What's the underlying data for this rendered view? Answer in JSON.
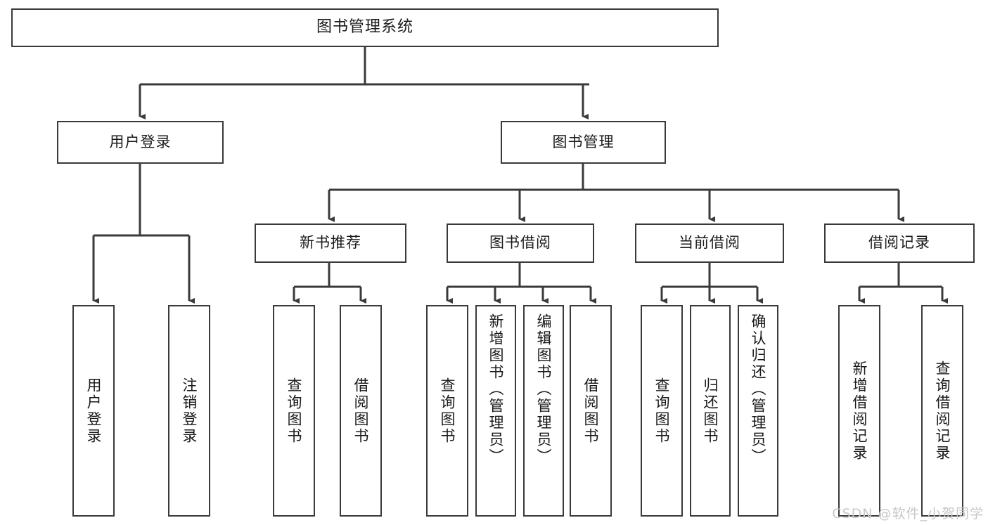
{
  "diagram": {
    "type": "tree-hierarchy",
    "title": "图书管理系统",
    "root": {
      "label": "图书管理系统"
    },
    "level1": [
      {
        "label": "用户登录"
      },
      {
        "label": "图书管理"
      }
    ],
    "level2": [
      {
        "label": "新书推荐"
      },
      {
        "label": "图书借阅"
      },
      {
        "label": "当前借阅"
      },
      {
        "label": "借阅记录"
      }
    ],
    "leaves": {
      "user_login": [
        {
          "label": "用户登录"
        },
        {
          "label": "注销登录"
        }
      ],
      "new_book_recommend": [
        {
          "label": "查询图书"
        },
        {
          "label": "借阅图书"
        }
      ],
      "book_borrow": [
        {
          "label": "查询图书"
        },
        {
          "label": "新增图书（管理员）"
        },
        {
          "label": "编辑图书（管理员）"
        },
        {
          "label": "借阅图书"
        }
      ],
      "current_borrow": [
        {
          "label": "查询图书"
        },
        {
          "label": "归还图书"
        },
        {
          "label": "确认归还（管理员）"
        }
      ],
      "borrow_record": [
        {
          "label": "新增借阅记录"
        },
        {
          "label": "查询借阅记录"
        }
      ]
    }
  },
  "watermark": {
    "text": "CSDN @软件_小贺同学"
  },
  "colors": {
    "stroke": "#3a3a3a",
    "text": "#1a1a1a",
    "background": "#ffffff",
    "watermark": "#c8c8c8"
  }
}
